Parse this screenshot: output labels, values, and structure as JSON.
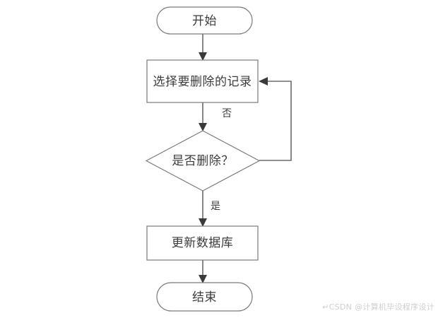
{
  "diagram": {
    "type": "flowchart",
    "orientation": "vertical",
    "background_color": "#ffffff",
    "node_fill": "#ffffff",
    "node_stroke": "#7a7a7a",
    "connector_color": "#6b6b6b",
    "arrow_color": "#3a3a3a",
    "text_color": "#3c3c3c",
    "nodes": [
      {
        "id": "start",
        "shape": "terminator",
        "label": "开始"
      },
      {
        "id": "select",
        "shape": "process",
        "label": "选择要删除的记录"
      },
      {
        "id": "decision",
        "shape": "decision",
        "label": "是否删除？"
      },
      {
        "id": "update",
        "shape": "process",
        "label": "更新数据库"
      },
      {
        "id": "end",
        "shape": "terminator",
        "label": "结束"
      }
    ],
    "edges": [
      {
        "from": "start",
        "to": "select",
        "label": ""
      },
      {
        "from": "select",
        "to": "decision",
        "label": "否"
      },
      {
        "from": "decision",
        "to": "update",
        "label": "是"
      },
      {
        "from": "decision",
        "to": "select",
        "label": ""
      },
      {
        "from": "update",
        "to": "end",
        "label": ""
      }
    ],
    "branch_labels": {
      "no": "否",
      "yes": "是"
    }
  },
  "watermark": {
    "text": "↵CSDN @计算机毕设程序设计"
  }
}
